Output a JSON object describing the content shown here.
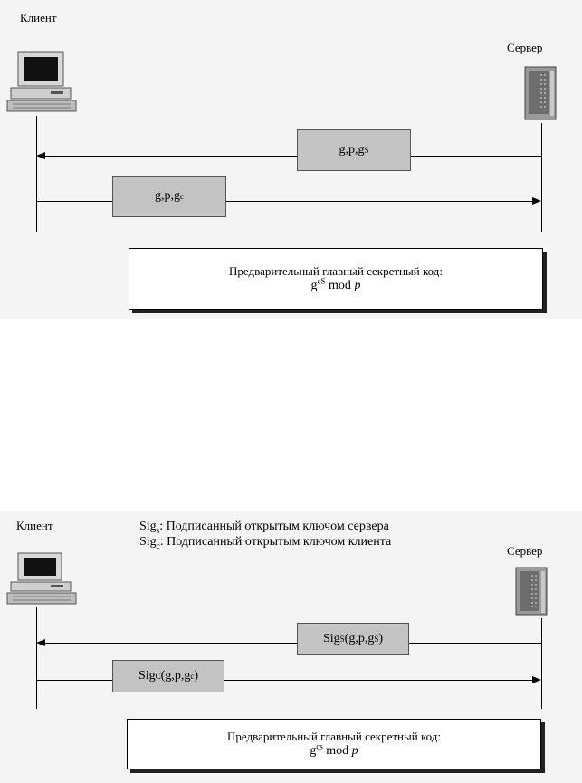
{
  "diagram1": {
    "client_label": "Клиент",
    "server_label": "Сервер",
    "msg_to_client": {
      "base": "g,p,g",
      "sup": "S"
    },
    "msg_to_server": {
      "base": "g,p,g",
      "sup": "c"
    },
    "code_title": "Предварительный главный секретный код:",
    "code_formula": {
      "base": "g",
      "sup": "cS",
      "mod": "mod",
      "var": "p"
    }
  },
  "diagram2": {
    "client_label": "Клиент",
    "server_label": "Сервер",
    "legend_server": {
      "sig": "Sig",
      "sub": "s",
      "text": ": Подписанный открытым ключом сервера"
    },
    "legend_client": {
      "sig": "Sig",
      "sub": "c",
      "text": ": Подписанный открытым ключом клиента"
    },
    "msg_to_client": {
      "sig": "Sig",
      "sub": "S",
      "args": " (g,p,g",
      "sup": "S",
      "close": ")"
    },
    "msg_to_server": {
      "sig": "Sig",
      "sub": "C",
      "args": " (g,p,g",
      "sup": "c",
      "close": ")"
    },
    "code_title": "Предварительный главный секретный код:",
    "code_formula": {
      "base": "g",
      "sup": "cs",
      "mod": "mod",
      "var": "p"
    }
  }
}
